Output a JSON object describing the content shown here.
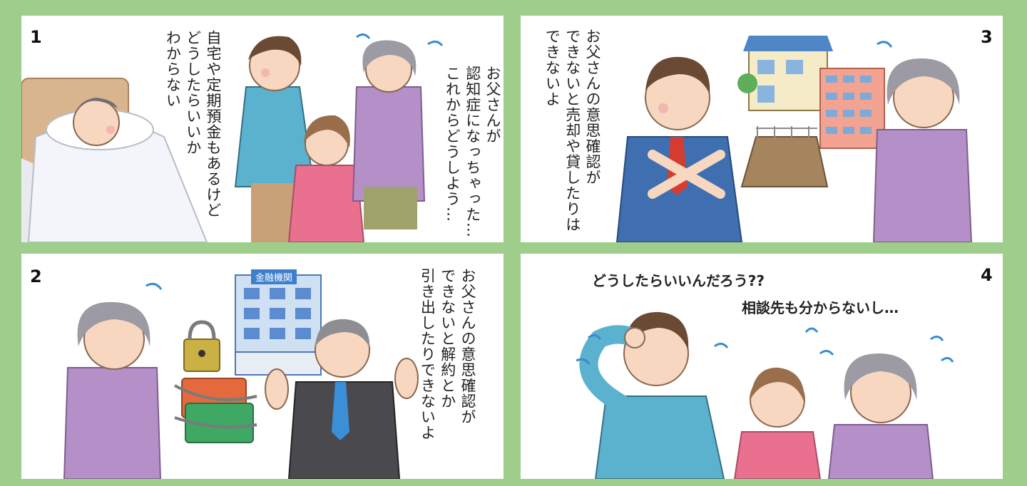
{
  "panels": [
    {
      "number": "1",
      "speech_right": "お父さんが\n認知症になっちゃった…\nこれからどうしよう…",
      "speech_left": "自宅や定期預金もあるけど\nどうしたらいいか\nわからない"
    },
    {
      "number": "2",
      "speech": "お父さんの意思確認が\nできないと解約とか\n引き出したりできないよ",
      "bank_sign": "金融機関"
    },
    {
      "number": "3",
      "speech": "お父さんの意思確認が\nできないと売却や貸したりは\nできないよ"
    },
    {
      "number": "4",
      "speech_top": "どうしたらいいんだろう??",
      "speech_bottom": "相談先も分からないし…"
    }
  ],
  "colors": {
    "background": "#9fce8c",
    "panel": "#ffffff"
  }
}
